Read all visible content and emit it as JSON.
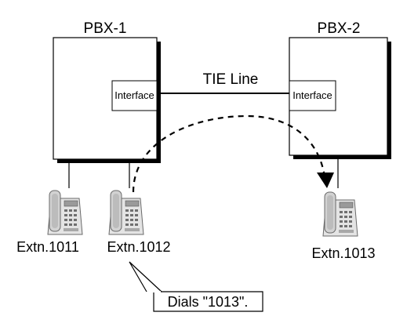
{
  "pbx1": {
    "title": "PBX-1",
    "interface": "Interface"
  },
  "pbx2": {
    "title": "PBX-2",
    "interface": "Interface"
  },
  "tie_line": "TIE Line",
  "extensions": [
    {
      "label": "Extn.1011",
      "icon": "telephone-icon"
    },
    {
      "label": "Extn.1012",
      "icon": "telephone-icon"
    },
    {
      "label": "Extn.1013",
      "icon": "telephone-icon"
    }
  ],
  "callout": "Dials \"1013\".",
  "colors": {
    "line": "#000000",
    "shadow": "#000000",
    "phone_body": "#e6e6e6",
    "phone_dark": "#8a8a8a"
  }
}
